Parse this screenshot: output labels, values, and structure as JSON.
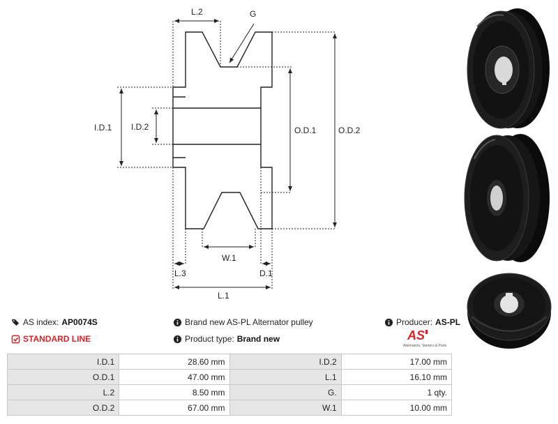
{
  "diagram": {
    "labels": {
      "l2": "L.2",
      "g": "G",
      "id1": "I.D.1",
      "id2": "I.D.2",
      "od1": "O.D.1",
      "od2": "O.D.2",
      "w1": "W.1",
      "l3": "L.3",
      "d1": "D.1",
      "l1": "L.1"
    }
  },
  "info": {
    "as_index_label": "AS index:",
    "as_index_value": "AP0074S",
    "standard_line": "STANDARD LINE",
    "description": "Brand new AS-PL Alternator pulley",
    "product_type_label": "Product type:",
    "product_type_value": "Brand new",
    "producer_label": "Producer:",
    "producer_value": "AS-PL",
    "logo_text": "AS",
    "logo_tagline": "Alternators, Starters & Parts"
  },
  "specs": [
    {
      "k1": "I.D.1",
      "v1": "28.60 mm",
      "k2": "I.D.2",
      "v2": "17.00 mm"
    },
    {
      "k1": "O.D.1",
      "v1": "47.00 mm",
      "k2": "L.1",
      "v2": "16.10 mm"
    },
    {
      "k1": "L.2",
      "v1": "8.50 mm",
      "k2": "G.",
      "v2": "1 qty."
    },
    {
      "k1": "O.D.2",
      "v1": "67.00 mm",
      "k2": "W.1",
      "v2": "10.00 mm"
    }
  ],
  "colors": {
    "accent_red": "#d8232a",
    "table_key_bg": "#e6e6e6",
    "table_border": "#c8c8c8"
  }
}
